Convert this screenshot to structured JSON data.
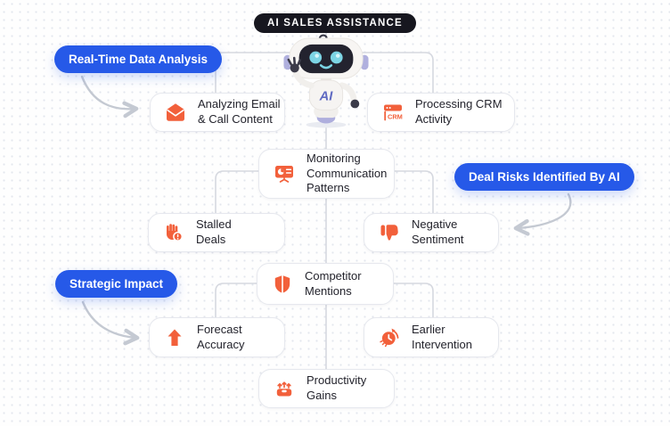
{
  "header": {
    "title": "AI SALES ASSISTANCE"
  },
  "robot": {
    "chest_label": "AI"
  },
  "badges": [
    {
      "label": "Real-Time Data Analysis"
    },
    {
      "label": "Deal Risks Identified By AI"
    },
    {
      "label": "Strategic Impact"
    }
  ],
  "nodes": [
    {
      "label": "Analyzing Email\n& Call Content",
      "icon": "open-envelope-icon"
    },
    {
      "label": "Processing CRM\nActivity",
      "icon": "crm-window-icon",
      "icon_text": "CRM"
    },
    {
      "label": "Monitoring\nCommunication\nPatterns",
      "icon": "monitor-analytics-icon"
    },
    {
      "label": "Stalled\nDeals",
      "icon": "hand-stop-alert-icon"
    },
    {
      "label": "Negative\nSentiment",
      "icon": "thumbs-down-icon"
    },
    {
      "label": "Competitor\nMentions",
      "icon": "shield-icon"
    },
    {
      "label": "Forecast\nAccuracy",
      "icon": "arrow-up-icon"
    },
    {
      "label": "Earlier\nIntervention",
      "icon": "clock-rewind-icon"
    },
    {
      "label": "Productivity\nGains",
      "icon": "basket-growth-icon"
    }
  ],
  "colors": {
    "accent_orange": "#F2603B",
    "accent_blue": "#2659E8",
    "title_pill_bg": "#17171F",
    "connector_gray": "#D5D8DF",
    "arrow_gray": "#C4C9D2"
  }
}
